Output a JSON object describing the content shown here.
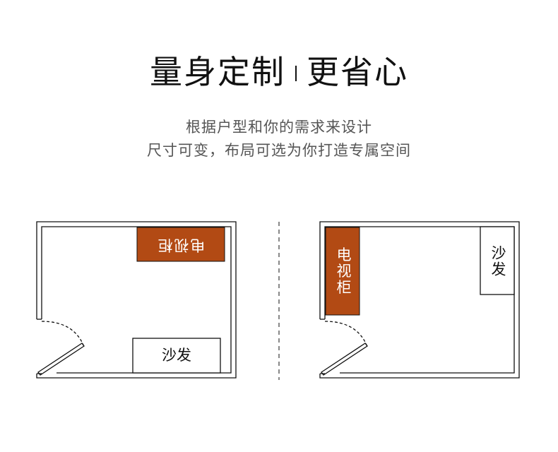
{
  "header": {
    "title_left": "量身定制",
    "title_right": "更省心",
    "subtitle_line1": "根据户型和你的需求来设计",
    "subtitle_line2": "尺寸可变，布局可选为你打造专属空间"
  },
  "layouts": [
    {
      "tv_cabinet_label": "电视柜",
      "sofa_label": "沙发"
    },
    {
      "tv_cabinet_label": "电视柜",
      "sofa_label": "沙发"
    }
  ],
  "colors": {
    "tv_cabinet": "#b24a14",
    "wall": "#111111",
    "text_dark": "#111111",
    "text_sub": "#555555"
  }
}
